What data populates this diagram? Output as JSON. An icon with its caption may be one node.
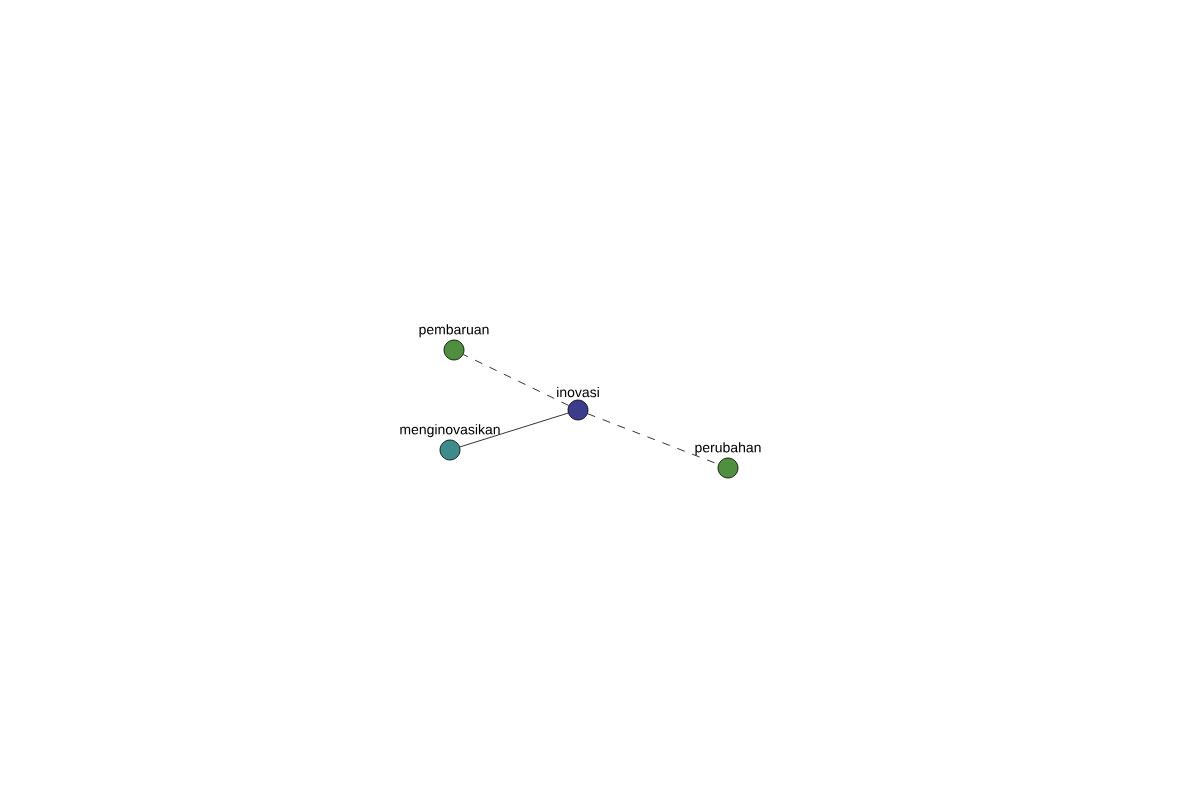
{
  "diagram": {
    "nodes": [
      {
        "text": [
          "pembaruan"
        ]
      },
      {
        "text": [
          "inovasi"
        ]
      },
      {
        "text": [
          "menginovasikan"
        ]
      },
      {
        "text": [
          "perubahan"
        ]
      }
    ],
    "edges": [
      {
        "from": 1,
        "to": 0,
        "arrow": "none",
        "style": "dashed"
      },
      {
        "from": 1,
        "to": 2,
        "arrow": "none"
      },
      {
        "from": 1,
        "to": 3,
        "arrow": "none",
        "style": "dashed"
      }
    ]
  }
}
